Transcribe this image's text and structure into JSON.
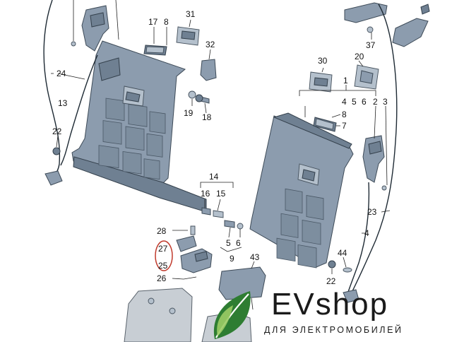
{
  "labels": {
    "l1": "1",
    "l2": "2",
    "l3": "3",
    "l4": "4",
    "l4b": "4",
    "l5": "5",
    "l5b": "5",
    "l6": "6",
    "l6b": "6",
    "l7": "7",
    "l8": "8",
    "l8b": "8",
    "l9": "9",
    "l13": "13",
    "l14": "14",
    "l15": "15",
    "l16": "16",
    "l17": "17",
    "l18": "18",
    "l19": "19",
    "l20": "20",
    "l22": "22",
    "l22b": "22",
    "l23": "23",
    "l24": "24",
    "l25": "25",
    "l26": "26",
    "l27": "27",
    "l28": "28",
    "l30": "30",
    "l31": "31",
    "l32": "32",
    "l37": "37",
    "l43": "43",
    "l44": "44"
  },
  "logo": {
    "brand": "EVshop",
    "tagline": "ДЛЯ ЭЛЕКТРОМОБИЛЕЙ"
  },
  "colors": {
    "part": "#8c9cae",
    "outline": "#3d4a57",
    "highlight_circle": "#c0392b",
    "leaf_dark": "#2e7d32",
    "leaf_light": "#9ccc65"
  }
}
